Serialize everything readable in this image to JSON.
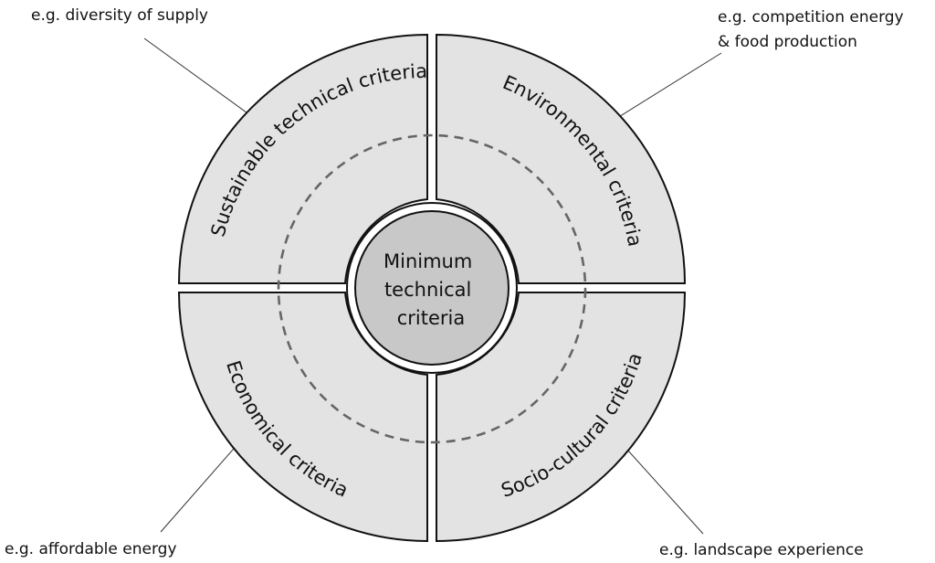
{
  "colors": {
    "quadrant_fill": "#e3e3e3",
    "center_fill": "#c8c8c8",
    "outline": "#111111",
    "dashed_ring": "#666666"
  },
  "center": {
    "lines": [
      "Minimum",
      "technical",
      "criteria"
    ]
  },
  "quadrants": {
    "top_left": {
      "label": "Sustainable technical criteria"
    },
    "top_right": {
      "label": "Environmental criteria"
    },
    "bottom_left": {
      "label": "Economical  criteria"
    },
    "bottom_right": {
      "label": "Socio-cultural criteria"
    }
  },
  "examples": {
    "top_left": {
      "lines": [
        "e.g. diversity of supply"
      ]
    },
    "top_right": {
      "lines": [
        "e.g. competition energy",
        "& food production"
      ]
    },
    "bottom_left": {
      "lines": [
        "e.g. affordable energy"
      ]
    },
    "bottom_right": {
      "lines": [
        "e.g. landscape experience"
      ]
    }
  }
}
